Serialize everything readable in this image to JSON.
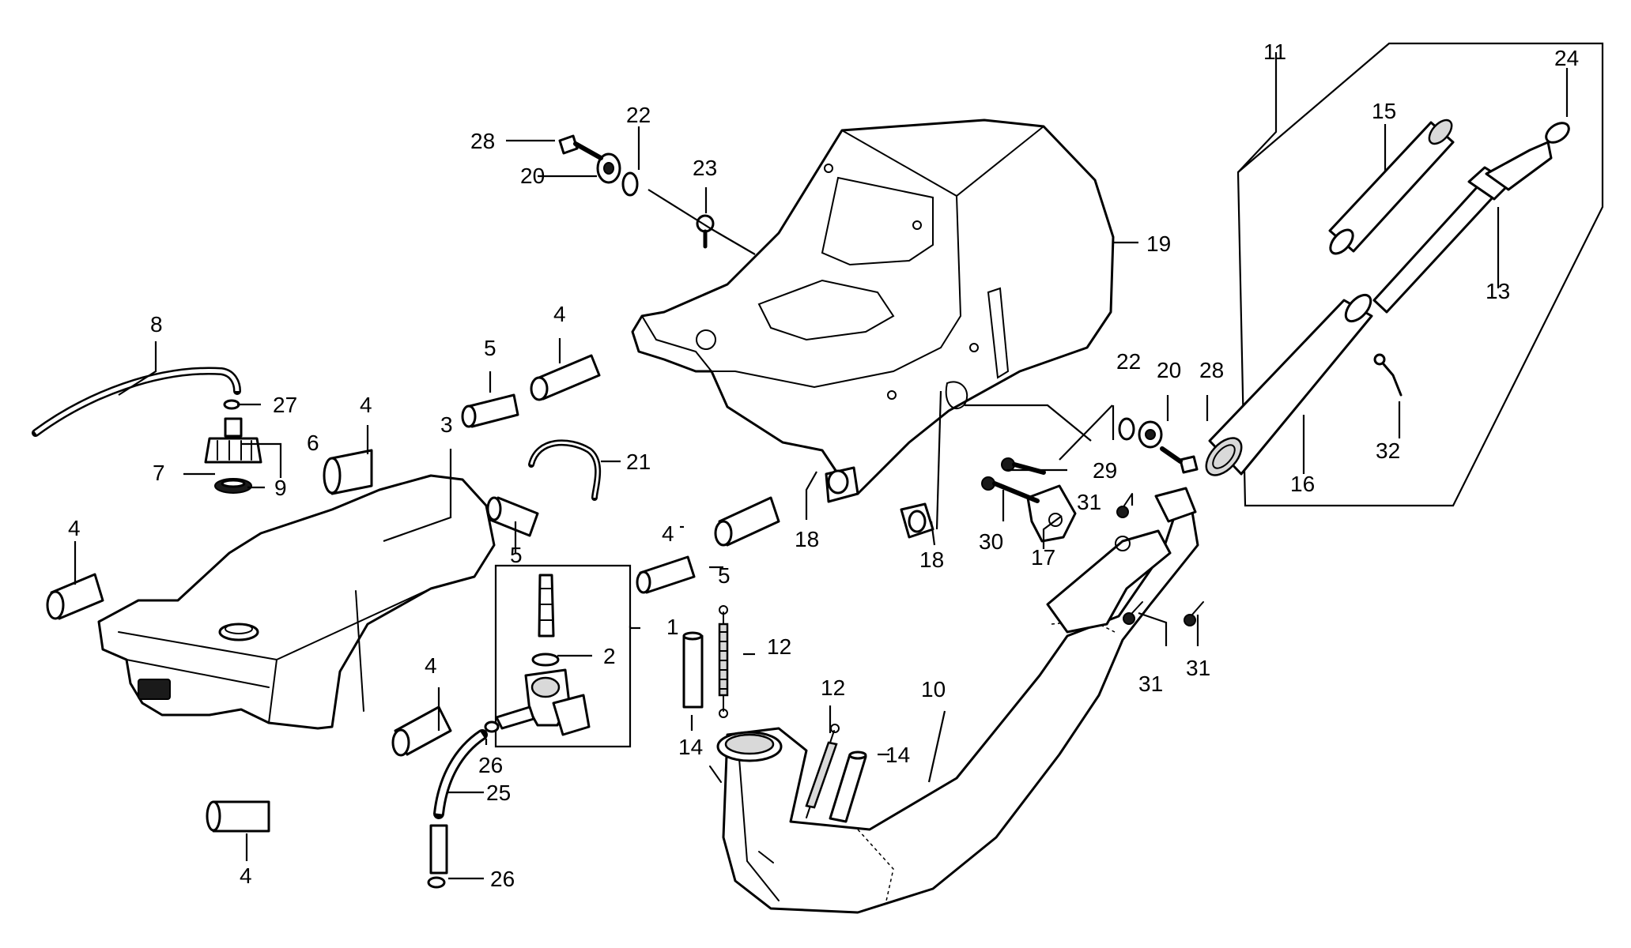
{
  "labels": [
    "1",
    "2",
    "3",
    "4",
    "5",
    "6",
    "7",
    "8",
    "9",
    "10",
    "11",
    "12",
    "13",
    "14",
    "15",
    "16",
    "17",
    "18",
    "19",
    "20",
    "21",
    "22",
    "23",
    "24",
    "25",
    "26",
    "27",
    "28",
    "29",
    "30",
    "31",
    "32"
  ],
  "colors": {
    "ink": "#000000",
    "paper": "#ffffff",
    "shade": "#d9d9d9"
  }
}
